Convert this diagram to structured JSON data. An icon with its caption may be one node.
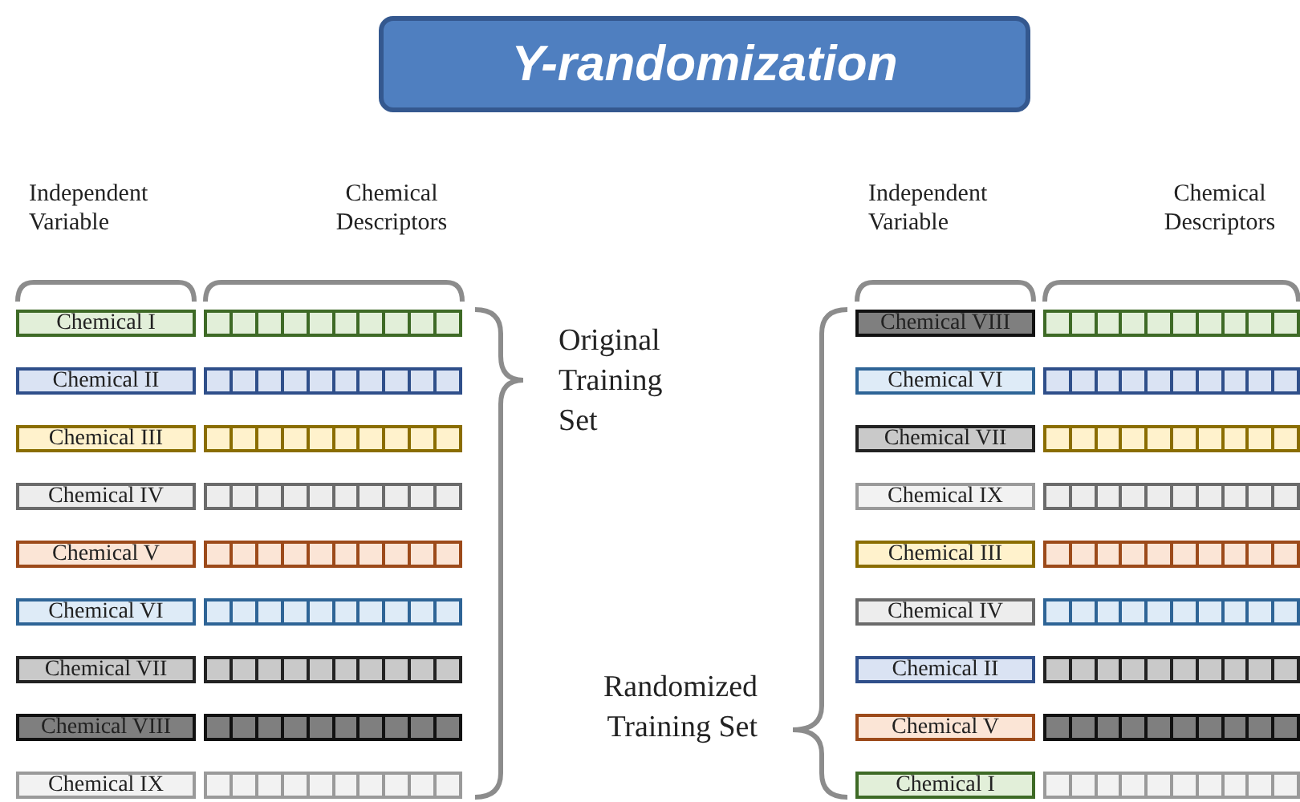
{
  "diagram": {
    "title": "Y-randomization",
    "nodes": [
      {
        "text": [
          "Chemical I"
        ]
      },
      {
        "text": [],
        "shape": "bar"
      },
      {
        "text": [
          "Chemical II"
        ]
      },
      {
        "text": [],
        "shape": "bar"
      },
      {
        "text": [
          "Chemical III"
        ]
      },
      {
        "text": [],
        "shape": "bar"
      },
      {
        "text": [
          "Chemical IV"
        ]
      },
      {
        "text": [],
        "shape": "bar"
      },
      {
        "text": [
          "Chemical V"
        ]
      },
      {
        "text": [],
        "shape": "bar"
      },
      {
        "text": [
          "Chemical VI"
        ]
      },
      {
        "text": [],
        "shape": "bar"
      },
      {
        "text": [
          "Chemical VII"
        ]
      },
      {
        "text": [],
        "shape": "bar"
      },
      {
        "text": [
          "Chemical VIII"
        ]
      },
      {
        "text": [],
        "shape": "bar"
      },
      {
        "text": [
          "Chemical IX"
        ]
      },
      {
        "text": [],
        "shape": "bar"
      },
      {
        "text": [
          "Chemical VIII"
        ]
      },
      {
        "text": [],
        "shape": "bar"
      },
      {
        "text": [
          "Chemical VI"
        ]
      },
      {
        "text": [],
        "shape": "bar"
      },
      {
        "text": [
          "Chemical VII"
        ]
      },
      {
        "text": [],
        "shape": "bar"
      },
      {
        "text": [
          "Chemical IX"
        ]
      },
      {
        "text": [],
        "shape": "bar"
      },
      {
        "text": [
          "Chemical III"
        ]
      },
      {
        "text": [],
        "shape": "bar"
      },
      {
        "text": [
          "Chemical IV"
        ]
      },
      {
        "text": [],
        "shape": "bar"
      },
      {
        "text": [
          "Chemical II"
        ]
      },
      {
        "text": [],
        "shape": "bar"
      },
      {
        "text": [
          "Chemical V"
        ]
      },
      {
        "text": [],
        "shape": "bar"
      },
      {
        "text": [
          "Chemical I"
        ]
      },
      {
        "text": [],
        "shape": "bar"
      }
    ],
    "labels": [
      "Independent Variable",
      "Chemical Descriptors",
      "Independent Variable",
      "Chemical Descriptors",
      "Original Training Set",
      "Randomized Training Set"
    ]
  }
}
